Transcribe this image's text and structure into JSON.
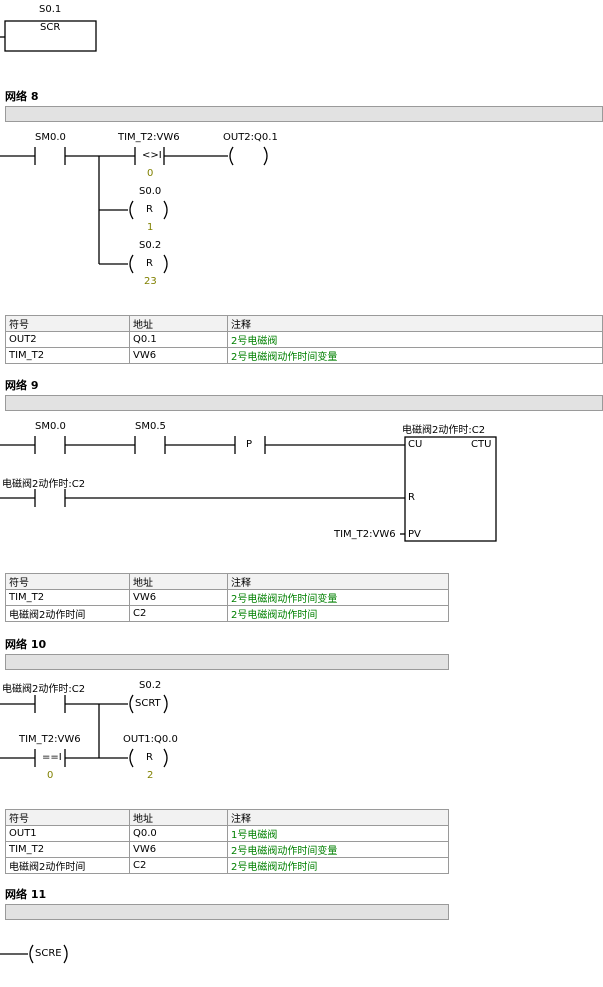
{
  "top": {
    "scr_bit": "S0.1",
    "scr_label": "SCR"
  },
  "net8": {
    "title": "网络 8",
    "contact1": "SM0.0",
    "compare_addr": "TIM_T2:VW6",
    "compare_op": "<>I",
    "compare_val": "0",
    "coil1": "OUT2:Q0.1",
    "r1_bit": "S0.0",
    "r1_label": "R",
    "r1_n": "1",
    "r2_bit": "S0.2",
    "r2_label": "R",
    "r2_n": "23",
    "table": {
      "headers": [
        "符号",
        "地址",
        "注释"
      ],
      "rows": [
        [
          "OUT2",
          "Q0.1",
          "2号电磁阀"
        ],
        [
          "TIM_T2",
          "VW6",
          "2号电磁阀动作时间变量"
        ]
      ]
    }
  },
  "net9": {
    "title": "网络 9",
    "contact1": "SM0.0",
    "contact2": "SM0.5",
    "p_label": "P",
    "counter_name": "电磁阀2动作时:C2",
    "cu": "CU",
    "ctu": "CTU",
    "r": "R",
    "pv": "PV",
    "reset_contact": "电磁阀2动作时:C2",
    "pv_addr": "TIM_T2:VW6",
    "table": {
      "headers": [
        "符号",
        "地址",
        "注释"
      ],
      "rows": [
        [
          "TIM_T2",
          "VW6",
          "2号电磁阀动作时间变量"
        ],
        [
          "电磁阀2动作时间",
          "C2",
          "2号电磁阀动作时间"
        ]
      ]
    }
  },
  "net10": {
    "title": "网络 10",
    "contact1": "电磁阀2动作时:C2",
    "scrt_bit": "S0.2",
    "scrt_label": "SCRT",
    "compare_addr": "TIM_T2:VW6",
    "compare_op": "==I",
    "compare_val": "0",
    "r_bit": "OUT1:Q0.0",
    "r_label": "R",
    "r_n": "2",
    "table": {
      "headers": [
        "符号",
        "地址",
        "注释"
      ],
      "rows": [
        [
          "OUT1",
          "Q0.0",
          "1号电磁阀"
        ],
        [
          "TIM_T2",
          "VW6",
          "2号电磁阀动作时间变量"
        ],
        [
          "电磁阀2动作时间",
          "C2",
          "2号电磁阀动作时间"
        ]
      ]
    }
  },
  "net11": {
    "title": "网络 11",
    "scre_label": "SCRE"
  }
}
